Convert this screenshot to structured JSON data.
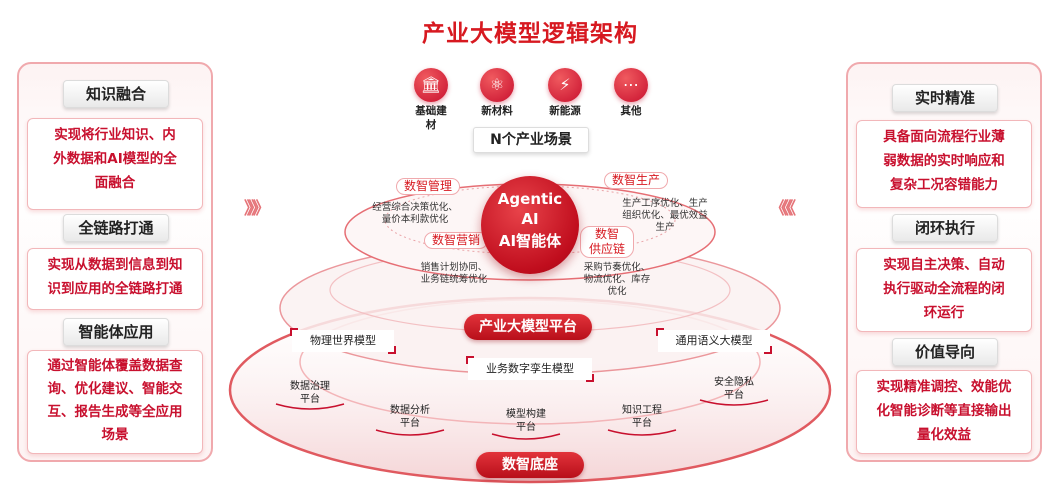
{
  "title": "产业大模型逻辑架构",
  "left_panel": {
    "sections": [
      {
        "heading": "知识融合",
        "body": [
          "实现将行业知识、内",
          "外数据和AI模型的全",
          "面融合"
        ]
      },
      {
        "heading": "全链路打通",
        "body": [
          "实现从数据到信息到知",
          "识到应用的全链路打通"
        ]
      },
      {
        "heading": "智能体应用",
        "body": [
          "通过智能体覆盖数据查",
          "询、优化建议、智能交",
          "互、报告生成等全应用",
          "场景"
        ]
      }
    ]
  },
  "right_panel": {
    "sections": [
      {
        "heading": "实时精准",
        "body": [
          "具备面向流程行业薄",
          "弱数据的实时响应和",
          "复杂工况容错能力"
        ]
      },
      {
        "heading": "闭环执行",
        "body": [
          "实现自主决策、自动",
          "执行驱动全流程的闭",
          "环运行"
        ]
      },
      {
        "heading": "价值导向",
        "body": [
          "实现精准调控、效能优",
          "化智能诊断等直接输出",
          "量化效益"
        ]
      }
    ]
  },
  "categories": [
    {
      "icon": "building-icon",
      "label": [
        "基础建",
        "材"
      ]
    },
    {
      "icon": "molecule-icon",
      "label": [
        "新材料"
      ]
    },
    {
      "icon": "plug-icon",
      "label": [
        "新能源"
      ]
    },
    {
      "icon": "more-icon",
      "label": [
        "其他"
      ]
    }
  ],
  "scenes_label": "N个产业场景",
  "agent": {
    "line1": "Agentic",
    "line2": "AI",
    "line3": "AI智能体"
  },
  "agent_tags": {
    "management": {
      "title": "数智管理",
      "desc": [
        "经营综合决策优化、",
        "量价本利款优化"
      ]
    },
    "production": {
      "title": "数智生产",
      "desc": [
        "生产工序优化、生产",
        "组织优化、最优效益",
        "生产"
      ]
    },
    "marketing": {
      "title": "数智营销",
      "desc": [
        "销售计划协同、",
        "业务链统筹优化"
      ]
    },
    "supply": {
      "title": [
        "数智",
        "供应链"
      ],
      "desc": [
        "采购节奏优化、",
        "物流优化、库存",
        "优化"
      ]
    }
  },
  "platform_banner": "产业大模型平台",
  "models": {
    "physical": "物理世界模型",
    "semantic": "通用语义大模型",
    "twin": "业务数字孪生模型"
  },
  "platforms": [
    {
      "label": [
        "数据治理",
        "平台"
      ]
    },
    {
      "label": [
        "数据分析",
        "平台"
      ]
    },
    {
      "label": [
        "模型构建",
        "平台"
      ]
    },
    {
      "label": [
        "知识工程",
        "平台"
      ]
    },
    {
      "label": [
        "安全隐私",
        "平台"
      ]
    }
  ],
  "base_banner": "数智底座",
  "arrows": {
    "left": "》》》",
    "right": "《《《"
  },
  "colors": {
    "accent": "#d71920",
    "panel_border": "#f0a9ad"
  }
}
